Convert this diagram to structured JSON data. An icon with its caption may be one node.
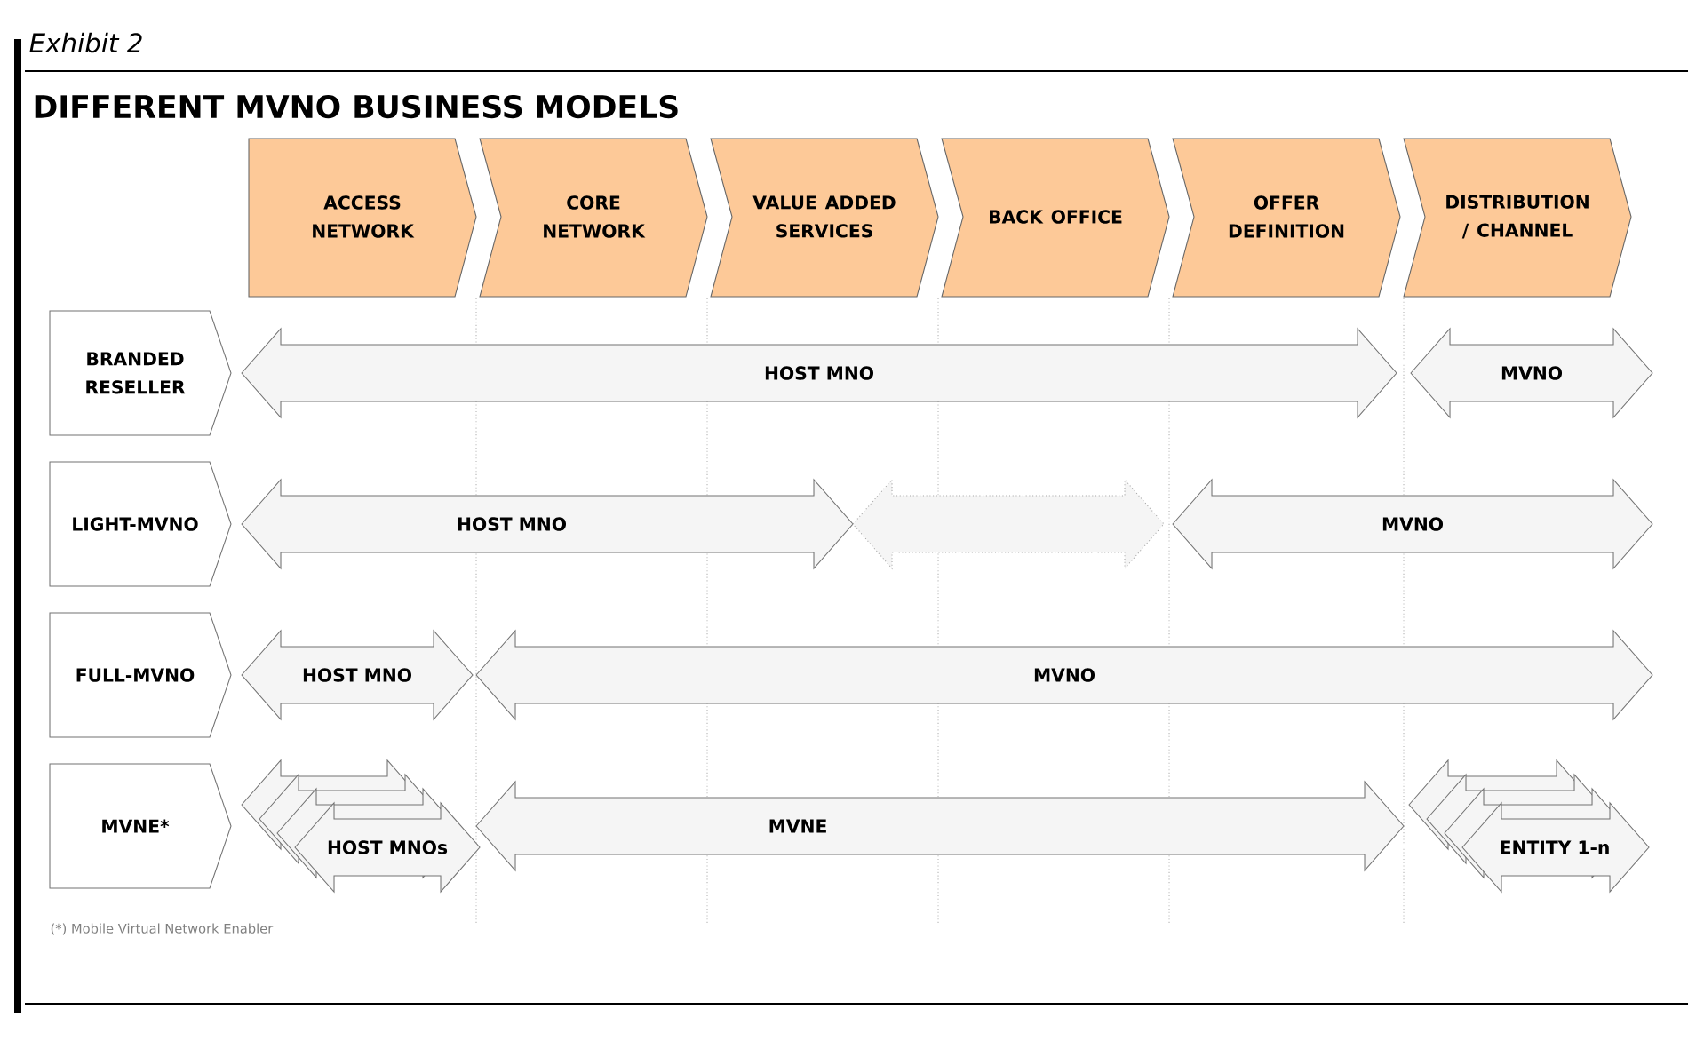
{
  "diagram": {
    "title": "DIFFERENT MVNO BUSINESS MODELS",
    "nodes": [
      {
        "text": [
          "ACCESS NETWORK"
        ]
      },
      {
        "text": [
          "CORE NETWORK"
        ]
      },
      {
        "text": [
          "VALUE ADDED SERVICES"
        ]
      },
      {
        "text": [
          "BACK OFFICE"
        ]
      },
      {
        "text": [
          "OFFER DEFINITION"
        ]
      },
      {
        "text": [
          "DISTRIBUTION / CHANNEL"
        ]
      },
      {
        "text": [
          "BRANDED RESELLER"
        ]
      },
      {
        "text": [
          "HOST MNO"
        ]
      },
      {
        "text": [
          "MVNO"
        ]
      },
      {
        "text": [
          "LIGHT-MVNO"
        ]
      },
      {
        "text": [
          "HOST MNO"
        ]
      },
      {
        "text": [],
        "shape": "arrow"
      },
      {
        "text": [
          "MVNO"
        ]
      },
      {
        "text": [
          "FULL-MVNO"
        ]
      },
      {
        "text": [
          "HOST MNO"
        ]
      },
      {
        "text": [
          "MVNO"
        ]
      },
      {
        "text": [
          "MVNE*"
        ]
      },
      {
        "text": [
          "HOST MNOs"
        ]
      },
      {
        "text": [
          "MVNE"
        ]
      },
      {
        "text": [
          "ENTITY 1-n"
        ]
      }
    ],
    "labels": [
      "Exhibit 2",
      "(*) Mobile Virtual Network Enabler"
    ]
  }
}
